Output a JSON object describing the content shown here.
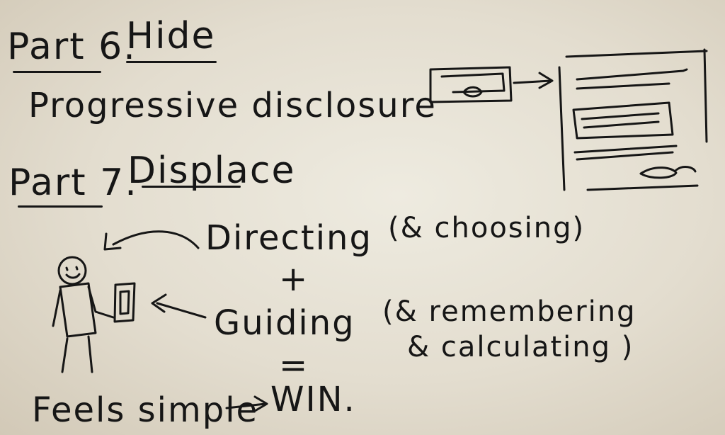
{
  "notes": {
    "part6_label": "Part 6.",
    "part6_title": "Hide",
    "part6_text": "Progressive disclosure",
    "part7_label": "Part 7.",
    "part7_title": "Displace",
    "directing": "Directing",
    "choosing": "(& choosing)",
    "plus": "+",
    "guiding": "Guiding",
    "remembering": "(& remembering",
    "calculating": "& calculating )",
    "equals": "=",
    "conclusion_a": "Feels simple",
    "conclusion_b": "WIN."
  }
}
